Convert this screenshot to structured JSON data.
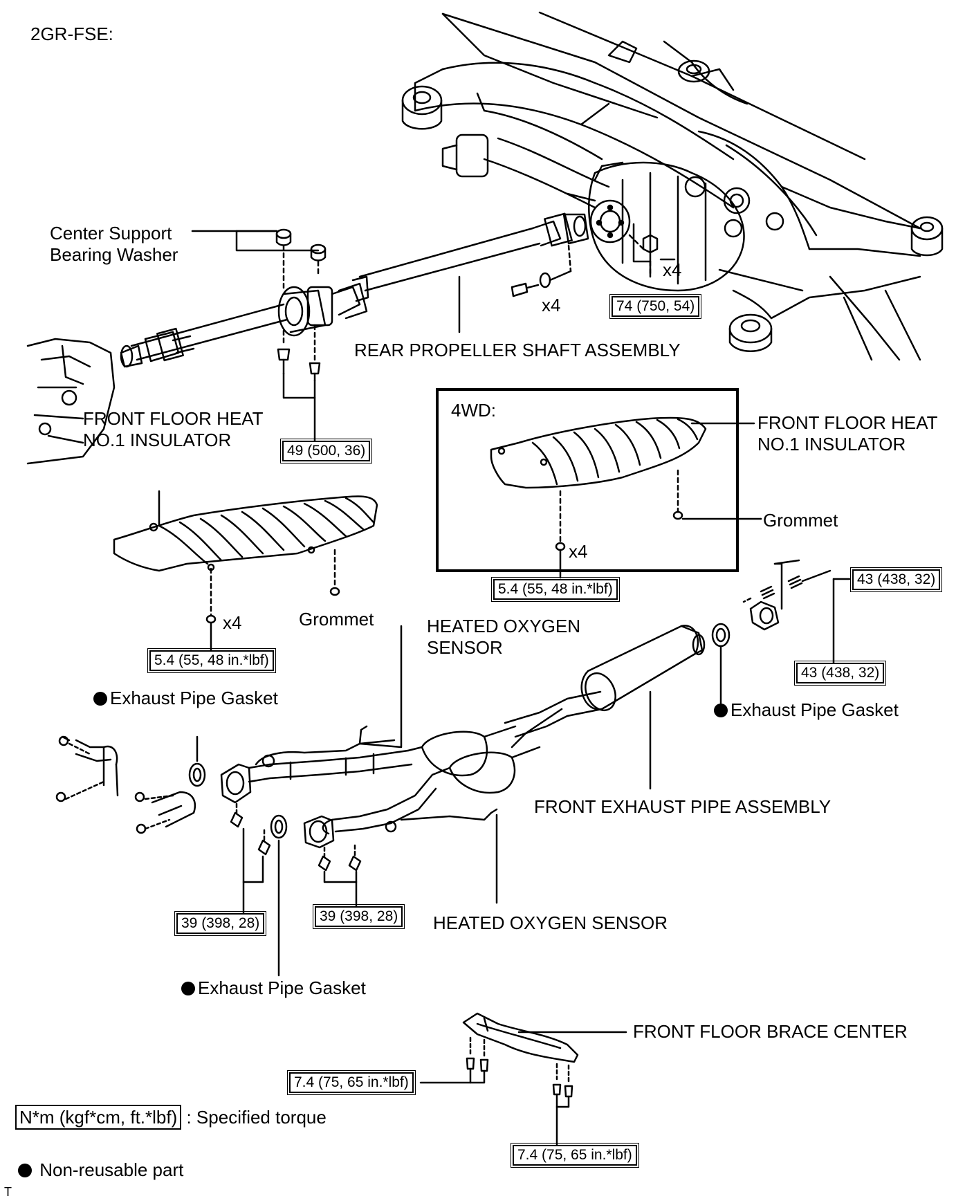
{
  "header": {
    "engine": "2GR-FSE:"
  },
  "labels": {
    "center_support_washer": [
      "Center Support",
      "Bearing Washer"
    ],
    "rear_propeller_shaft": "REAR PROPELLER SHAFT ASSEMBLY",
    "front_floor_heat_insulator": [
      "FRONT FLOOR HEAT",
      "NO.1 INSULATOR"
    ],
    "grommet": "Grommet",
    "heated_oxygen_sensor_upper": [
      "HEATED OXYGEN",
      "SENSOR"
    ],
    "heated_oxygen_sensor_lower": "HEATED OXYGEN SENSOR",
    "exhaust_pipe_gasket": "Exhaust Pipe Gasket",
    "front_exhaust_pipe": "FRONT EXHAUST PIPE ASSEMBLY",
    "front_floor_brace": "FRONT FLOOR BRACE CENTER",
    "inset_4wd": "4WD:",
    "qty_x4": "x4"
  },
  "torque": {
    "t74": "74 (750, 54)",
    "t49": "49 (500, 36)",
    "t54": "5.4 (55, 48 in.*lbf)",
    "t43": "43 (438, 32)",
    "t39": "39 (398, 28)",
    "t74brace": "7.4 (75, 65 in.*lbf)"
  },
  "legend": {
    "torque_box": "N*m (kgf*cm, ft.*lbf)",
    "torque_text": ": Specified torque",
    "nonreusable_text": "Non-reusable part"
  },
  "footer_mark": "T"
}
